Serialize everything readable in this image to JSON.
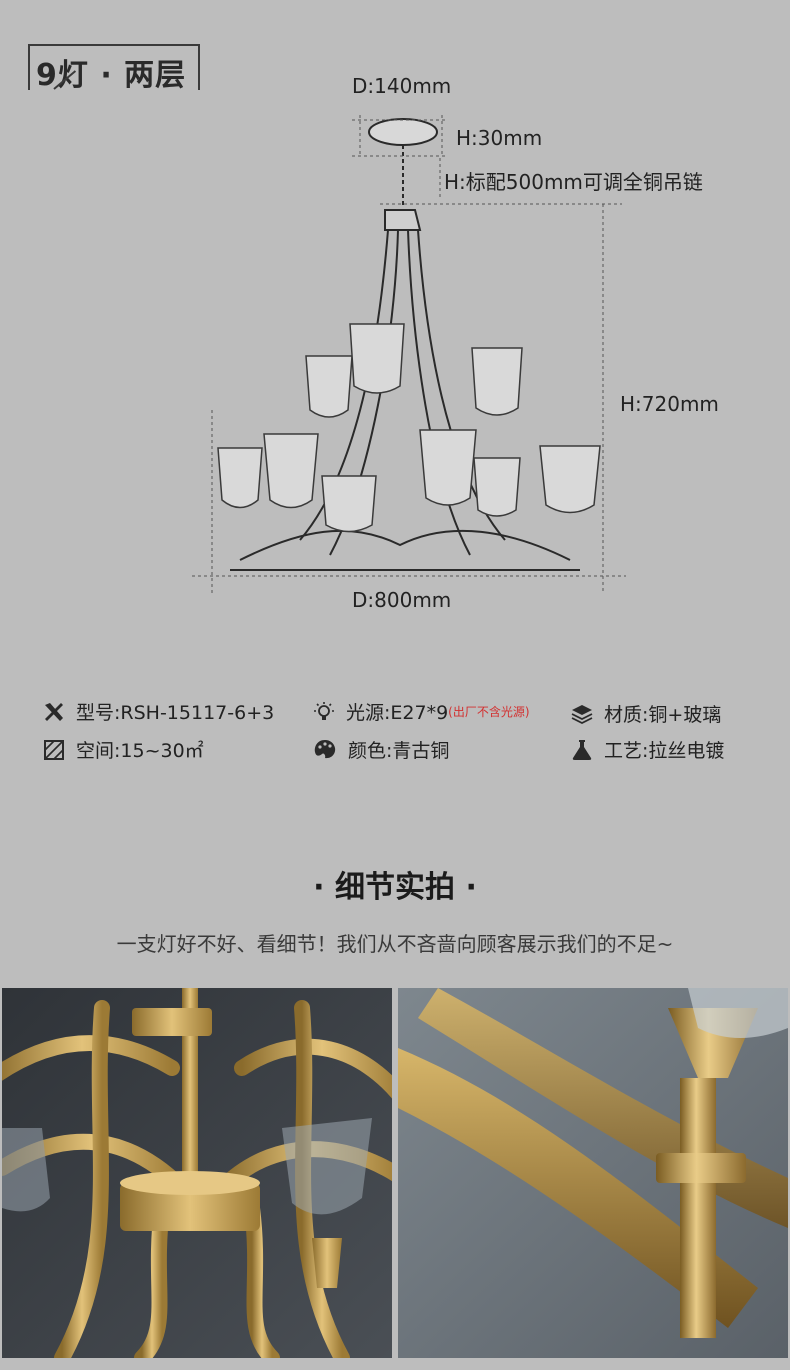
{
  "badge": {
    "label": "9灯 · 两层"
  },
  "dimensions": {
    "top_diameter": "D:140mm",
    "canopy_height": "H:30mm",
    "chain": "H:标配500mm可调全铜吊链",
    "body_height": "H:720mm",
    "body_diameter": "D:800mm"
  },
  "specs": {
    "model": "型号:RSH-15117-6+3",
    "light_source": "光源:E27*9",
    "light_note": "(出厂不含光源)",
    "material": "材质:铜+玻璃",
    "space": "空间:15~30㎡",
    "color": "颜色:青古铜",
    "craft": "工艺:拉丝电镀"
  },
  "detail_section": {
    "title": "· 细节实拍 ·",
    "subtitle": "一支灯好不好、看细节！我们从不吝啬向顾客展示我们的不足~"
  },
  "colors": {
    "background": "#bdbdbd",
    "brass": "#c9a352",
    "dark_bg": "#3d4147",
    "note_red": "#d23030"
  }
}
